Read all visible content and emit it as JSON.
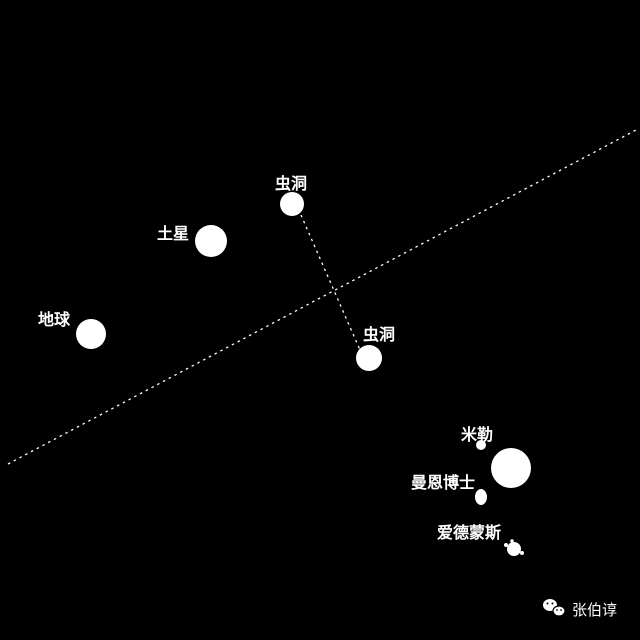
{
  "colors": {
    "background": "#000000",
    "foreground": "#ffffff"
  },
  "bodies": {
    "earth": {
      "label": "地球"
    },
    "saturn": {
      "label": "土星"
    },
    "wormhole_near": {
      "label": "虫洞"
    },
    "wormhole_far": {
      "label": "虫洞"
    },
    "miller": {
      "label": "米勒"
    },
    "mann": {
      "label": "曼恩博士"
    },
    "edmunds": {
      "label": "爱德蒙斯"
    },
    "gargantua": {
      "label": ""
    }
  },
  "watermark": {
    "icon": "wechat-icon",
    "text": "张伯谆"
  }
}
